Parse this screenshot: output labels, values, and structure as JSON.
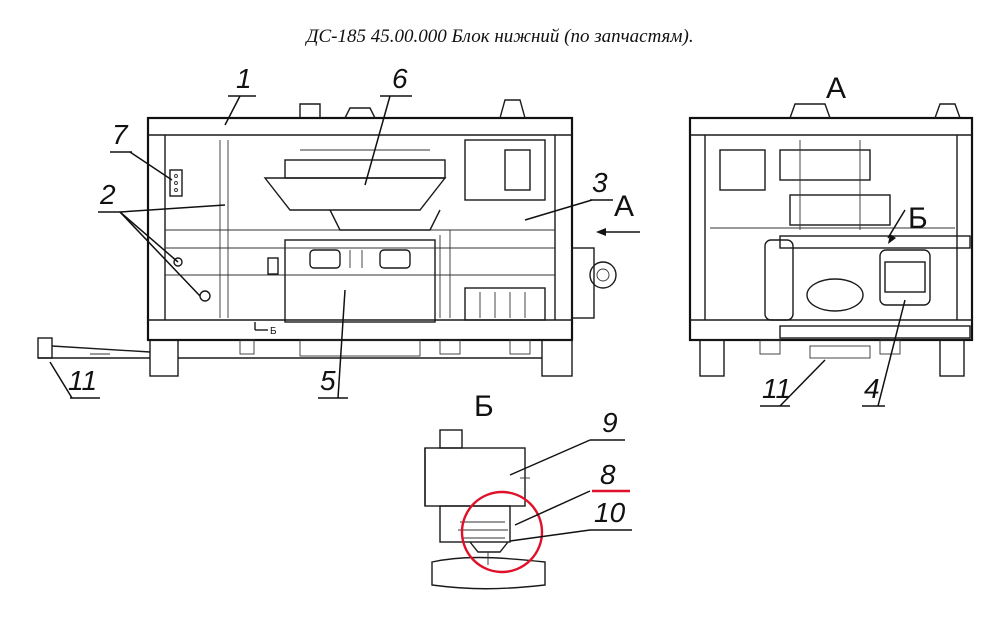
{
  "title": "ДС-185 45.00.000 Блок нижний (по запчастям).",
  "labels": {
    "n1": "1",
    "n2": "2",
    "n3": "3",
    "n4": "4",
    "n5": "5",
    "n6": "6",
    "n7": "7",
    "n8": "8",
    "n9": "9",
    "n10": "10",
    "n11_left": "11",
    "n11_right": "11",
    "view_a_arrow": "А",
    "view_a_title": "А",
    "view_b_arrow": "Б",
    "view_b_title": "Б",
    "section_b_mark": "Б"
  },
  "colors": {
    "highlight": "#e0102a",
    "line": "#1a1a1a"
  }
}
